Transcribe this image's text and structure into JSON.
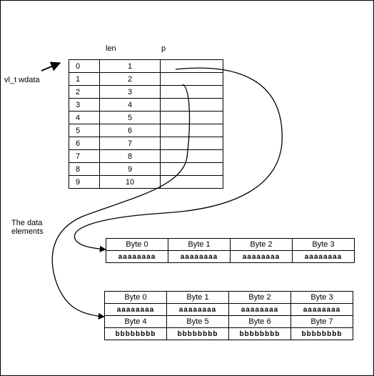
{
  "labels": {
    "len": "len",
    "p": "p",
    "vl_t": "vl_t wdata",
    "data_elements": "The data elements"
  },
  "vl_rows": [
    {
      "idx": "0",
      "len": "1"
    },
    {
      "idx": "1",
      "len": "2"
    },
    {
      "idx": "2",
      "len": "3"
    },
    {
      "idx": "3",
      "len": "4"
    },
    {
      "idx": "4",
      "len": "5"
    },
    {
      "idx": "5",
      "len": "6"
    },
    {
      "idx": "6",
      "len": "7"
    },
    {
      "idx": "7",
      "len": "8"
    },
    {
      "idx": "8",
      "len": "9"
    },
    {
      "idx": "9",
      "len": "10"
    }
  ],
  "block1": {
    "headers": [
      "Byte 0",
      "Byte 1",
      "Byte 2",
      "Byte 3"
    ],
    "bits": [
      "aaaaaaaa",
      "aaaaaaaa",
      "aaaaaaaa",
      "aaaaaaaa"
    ]
  },
  "block2": {
    "headers_row1": [
      "Byte 0",
      "Byte 1",
      "Byte 2",
      "Byte 3"
    ],
    "bits_row1": [
      "aaaaaaaa",
      "aaaaaaaa",
      "aaaaaaaa",
      "aaaaaaaa"
    ],
    "headers_row2": [
      "Byte 4",
      "Byte 5",
      "Byte 6",
      "Byte 7"
    ],
    "bits_row2": [
      "bbbbbbbb",
      "bbbbbbbb",
      "bbbbbbbb",
      "bbbbbbbb"
    ]
  }
}
